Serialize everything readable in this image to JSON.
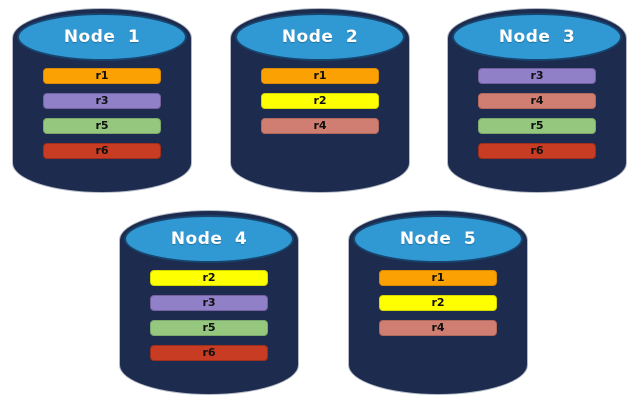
{
  "palette": {
    "background": "#ffffff",
    "cylinder_body": "#1d2b4e",
    "cylinder_outline": "#b3bac6",
    "top_ellipse": "#3099d4",
    "top_ellipse_border": "#17456e",
    "title_color": "#ffffff",
    "bar_text_color": "#101010"
  },
  "record_colors": {
    "r1": {
      "fill": "#fca103",
      "border": "#d98b00"
    },
    "r2": {
      "fill": "#feff01",
      "border": "#d6d600"
    },
    "r3": {
      "fill": "#8f80c8",
      "border": "#75619f"
    },
    "r4": {
      "fill": "#d07e72",
      "border": "#b1685d"
    },
    "r5": {
      "fill": "#95c77f",
      "border": "#7da86c"
    },
    "r6": {
      "fill": "#c73c22",
      "border": "#9e2f1d"
    }
  },
  "nodes": [
    {
      "label": "Node 1",
      "records": [
        "r1",
        "r3",
        "r5",
        "r6"
      ]
    },
    {
      "label": "Node 2",
      "records": [
        "r1",
        "r2",
        "r4"
      ]
    },
    {
      "label": "Node 3",
      "records": [
        "r3",
        "r4",
        "r5",
        "r6"
      ]
    },
    {
      "label": "Node 4",
      "records": [
        "r2",
        "r3",
        "r5",
        "r6"
      ]
    },
    {
      "label": "Node 5",
      "records": [
        "r1",
        "r2",
        "r4"
      ]
    }
  ]
}
